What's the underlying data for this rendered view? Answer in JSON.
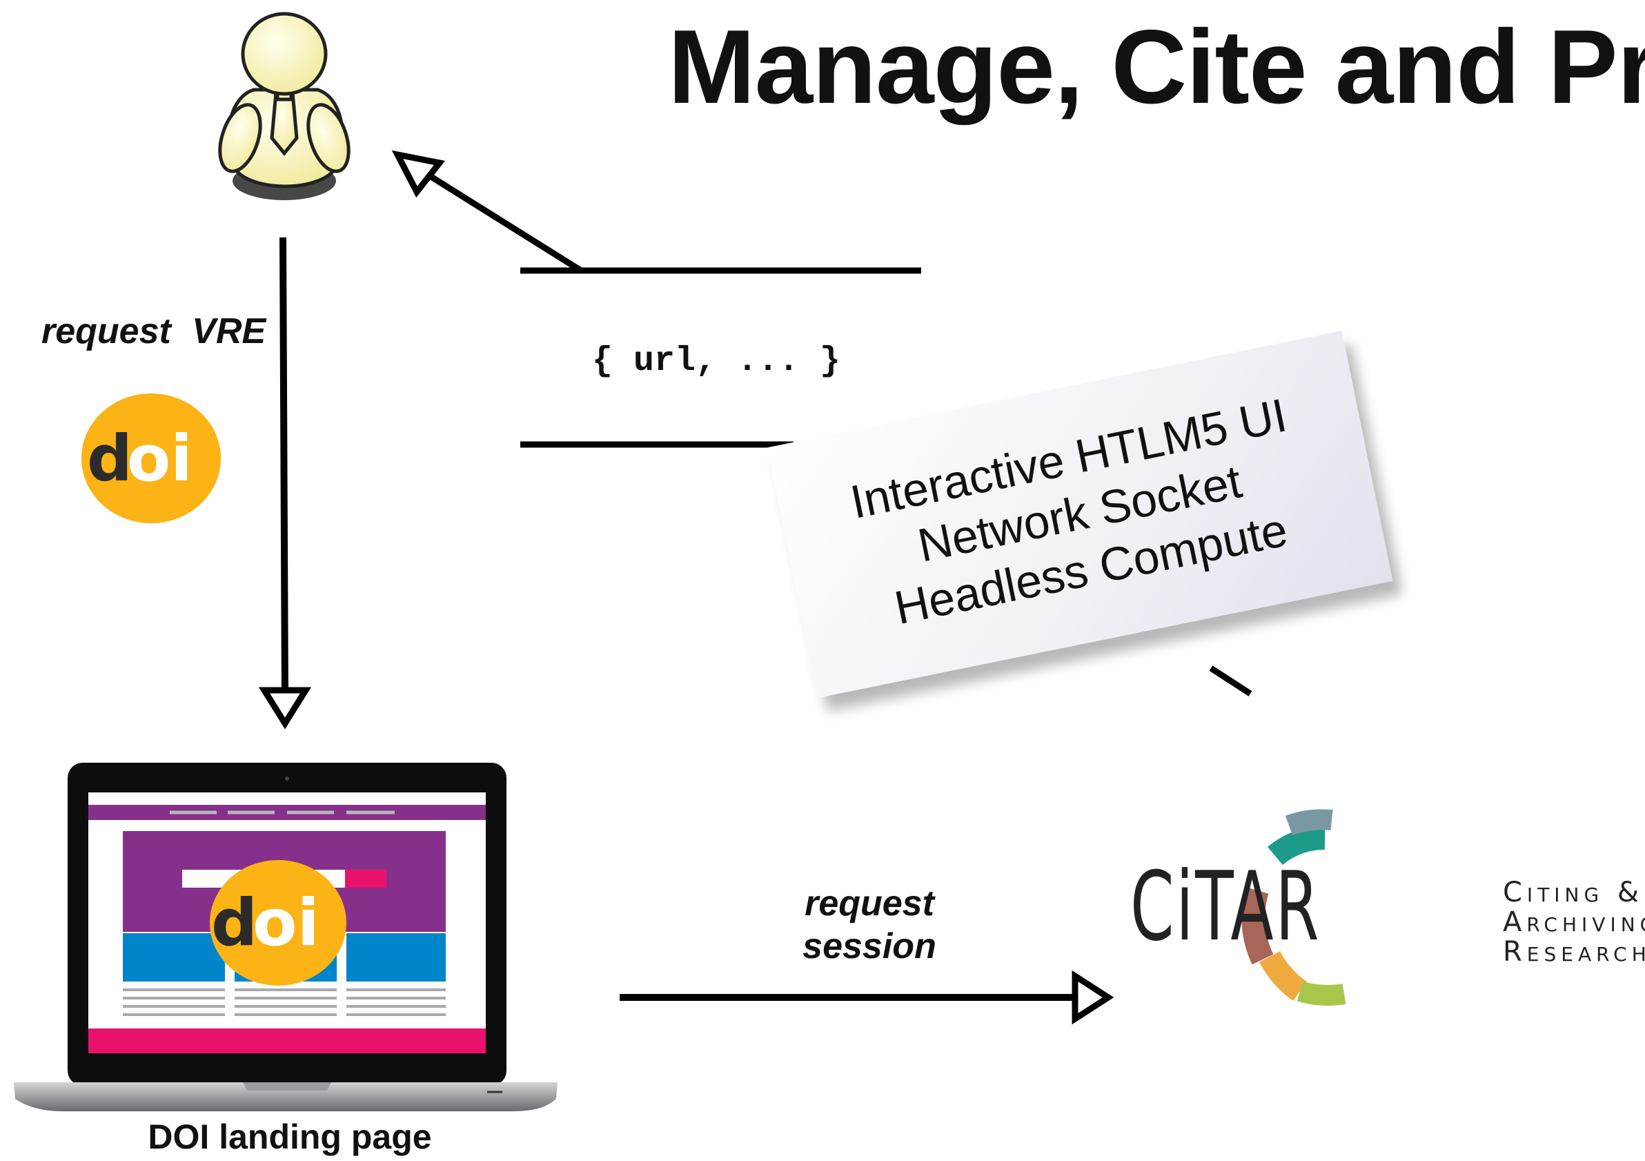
{
  "title": "Manage, Cite and Pre",
  "labels": {
    "request_vre": "request  VRE",
    "payload": "{ url, ... }",
    "request_session": "request session",
    "doi_landing_caption": "DOI landing page"
  },
  "note_card": {
    "lines": [
      "Interactive HTLM5 UI",
      "Network Socket",
      "Headless Compute"
    ]
  },
  "doi_logo": {
    "text_d": "d",
    "text_oi": "oi"
  },
  "citar": {
    "logo_text": "CiTAR",
    "tagline": "Citing &\nArchiving\nResearch"
  },
  "colors": {
    "doi_yellow": "#fbb315",
    "landing_purple": "#86308b",
    "landing_blue": "#0085ca",
    "landing_pink": "#e8126b",
    "citar_teal": "#1c9a8a",
    "citar_slate": "#7a97a6",
    "citar_rust": "#a86559",
    "citar_orange": "#eeaa3f",
    "citar_lime": "#a8c64a"
  }
}
